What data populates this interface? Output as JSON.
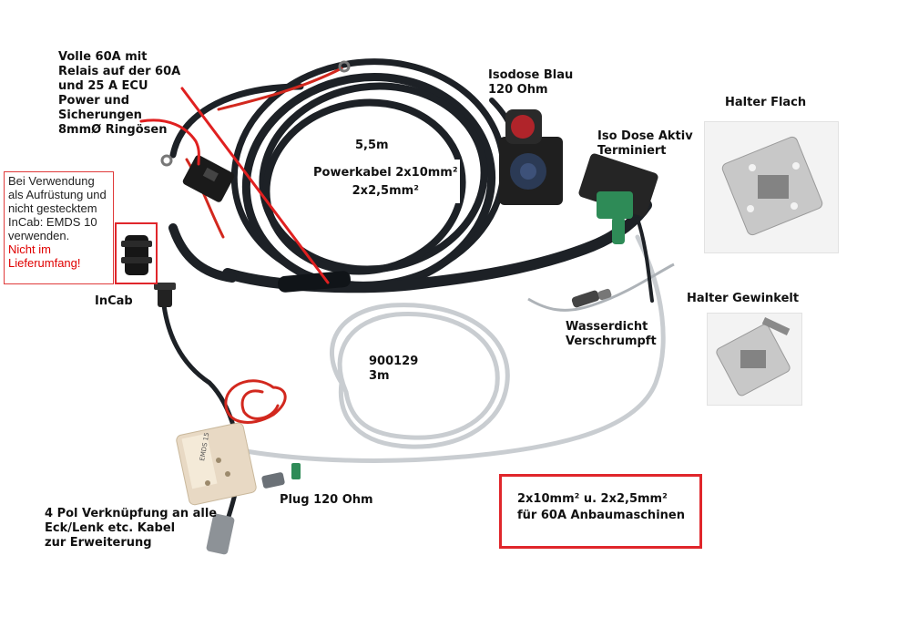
{
  "labels": {
    "relay": [
      "Volle 60A mit",
      "Relais auf der 60A",
      "und 25 A ECU",
      "Power und",
      "Sicherungen",
      "8mmØ Ringösen"
    ],
    "length_power": "5,5m",
    "powerkabel": [
      "Powerkabel 2x10mm²",
      "2x2,5mm²"
    ],
    "isodose_blau": [
      "Isodose Blau",
      "120 Ohm"
    ],
    "iso_dose_aktiv": [
      "Iso Dose Aktiv",
      "Terminiert"
    ],
    "halter_flach": "Halter Flach",
    "halter_gewinkelt": "Halter Gewinkelt",
    "incab": "InCab",
    "wasserdicht": [
      "Wasserdicht",
      "Verschrumpft"
    ],
    "cable_900129": [
      "900129",
      "3m"
    ],
    "plug": "Plug 120 Ohm",
    "vier_pol": [
      "4 Pol Verknüpfung an alle",
      "Eck/Lenk etc. Kabel",
      "zur Erweiterung"
    ],
    "anbau": [
      "2x10mm² u. 2x2,5mm²",
      "für 60A Anbaumaschinen"
    ]
  },
  "note": {
    "lines": [
      "Bei Verwendung",
      "als Aufrüstung und",
      "nicht gestecktem",
      "InCab: EMDS 10",
      "verwenden."
    ],
    "warning": [
      "Nicht im",
      "Lieferumfang!"
    ]
  },
  "bag_label": "EMDS 15",
  "colors": {
    "red_box": "#e0262b",
    "warning_text": "#e00000",
    "arrow_red": "#e02020",
    "cable_black": "#1d2126",
    "cable_grey": "#c9cdd1",
    "connector_green": "#2e8b57",
    "wire_red": "#d2281e"
  }
}
